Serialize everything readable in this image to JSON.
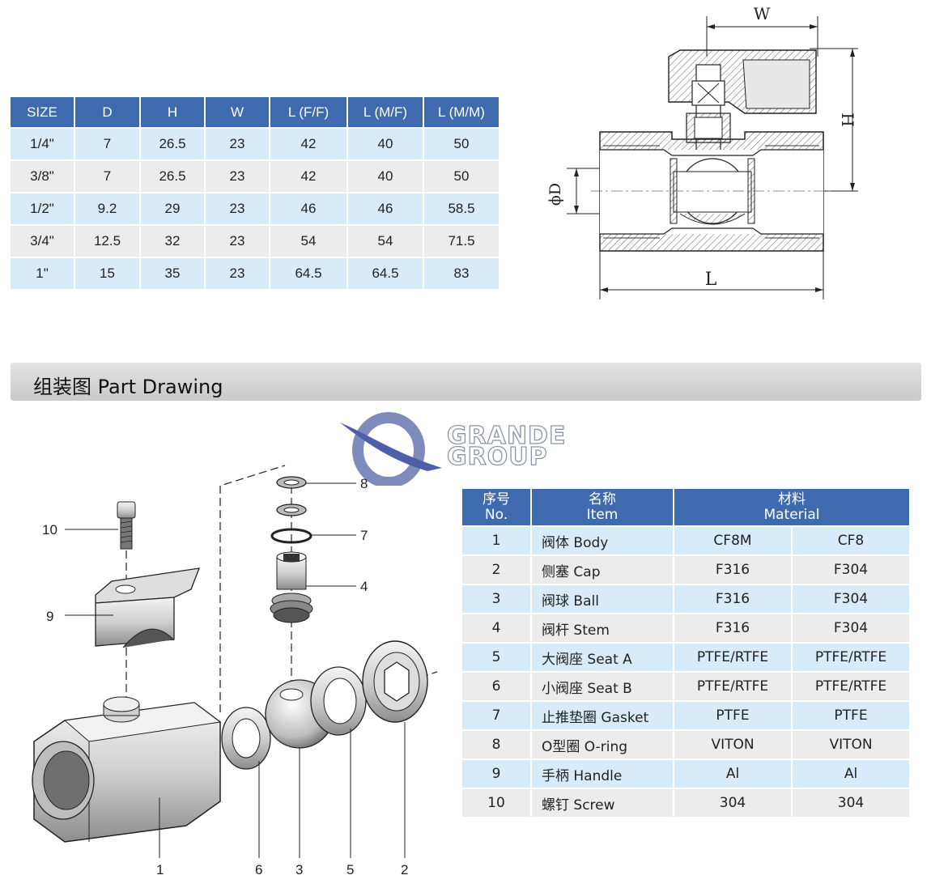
{
  "size_table": {
    "headers": [
      "SIZE",
      "D",
      "H",
      "W",
      "L (F/F)",
      "L (M/F)",
      "L (M/M)"
    ],
    "rows": [
      [
        "1/4\"",
        "7",
        "26.5",
        "23",
        "42",
        "40",
        "50"
      ],
      [
        "3/8\"",
        "7",
        "26.5",
        "23",
        "42",
        "40",
        "50"
      ],
      [
        "1/2\"",
        "9.2",
        "29",
        "23",
        "46",
        "46",
        "58.5"
      ],
      [
        "3/4\"",
        "12.5",
        "32",
        "23",
        "54",
        "54",
        "71.5"
      ],
      [
        "1\"",
        "15",
        "35",
        "23",
        "64.5",
        "64.5",
        "83"
      ]
    ]
  },
  "dimension_drawing": {
    "labels": {
      "w": "W",
      "h": "H",
      "d": "ϕD",
      "l": "L"
    }
  },
  "section": {
    "title": "组装图 Part Drawing"
  },
  "logo": {
    "line1": "GRANDE",
    "line2": "GROUP"
  },
  "parts_drawing": {
    "callouts": [
      "1",
      "2",
      "3",
      "4",
      "5",
      "6",
      "7",
      "8",
      "9",
      "10"
    ]
  },
  "material_table": {
    "headers": {
      "no": [
        "序号",
        "No."
      ],
      "item": [
        "名称",
        "Item"
      ],
      "material": [
        "材料",
        "Material"
      ]
    },
    "rows": [
      [
        "1",
        "阀体 Body",
        "CF8M",
        "CF8"
      ],
      [
        "2",
        "侧塞 Cap",
        "F316",
        "F304"
      ],
      [
        "3",
        "阀球 Ball",
        "F316",
        "F304"
      ],
      [
        "4",
        "阀杆 Stem",
        "F316",
        "F304"
      ],
      [
        "5",
        "大阀座 Seat A",
        "PTFE/RTFE",
        "PTFE/RTFE"
      ],
      [
        "6",
        "小阀座 Seat B",
        "PTFE/RTFE",
        "PTFE/RTFE"
      ],
      [
        "7",
        "止推垫圈 Gasket",
        "PTFE",
        "PTFE"
      ],
      [
        "8",
        "O型圈 O-ring",
        "VITON",
        "VITON"
      ],
      [
        "9",
        "手柄 Handle",
        "Al",
        "Al"
      ],
      [
        "10",
        "螺钉 Screw",
        "304",
        "304"
      ]
    ]
  },
  "colors": {
    "header_blue": "#3f6aae",
    "row_blue": "#d7ecf8",
    "row_grey": "#ececec"
  }
}
